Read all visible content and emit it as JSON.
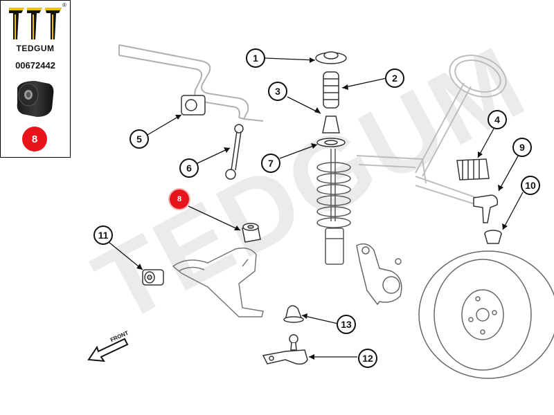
{
  "brand": {
    "name": "TEDGUM",
    "registered_mark": "®",
    "watermark": "TEDGUM"
  },
  "product": {
    "code": "00672442",
    "highlight_number": "8",
    "image_icon": "bushing-icon"
  },
  "direction_label": "FRONT",
  "callouts": [
    {
      "number": "1"
    },
    {
      "number": "2"
    },
    {
      "number": "3"
    },
    {
      "number": "4"
    },
    {
      "number": "5"
    },
    {
      "number": "6"
    },
    {
      "number": "7"
    },
    {
      "number": "8"
    },
    {
      "number": "9"
    },
    {
      "number": "10"
    },
    {
      "number": "11"
    },
    {
      "number": "12"
    },
    {
      "number": "13"
    }
  ],
  "colors": {
    "highlight": "#e8141b",
    "line": "#111111",
    "sketch": "#444444",
    "faint": "#b8b8b8",
    "watermark": "#e9e9e9"
  }
}
